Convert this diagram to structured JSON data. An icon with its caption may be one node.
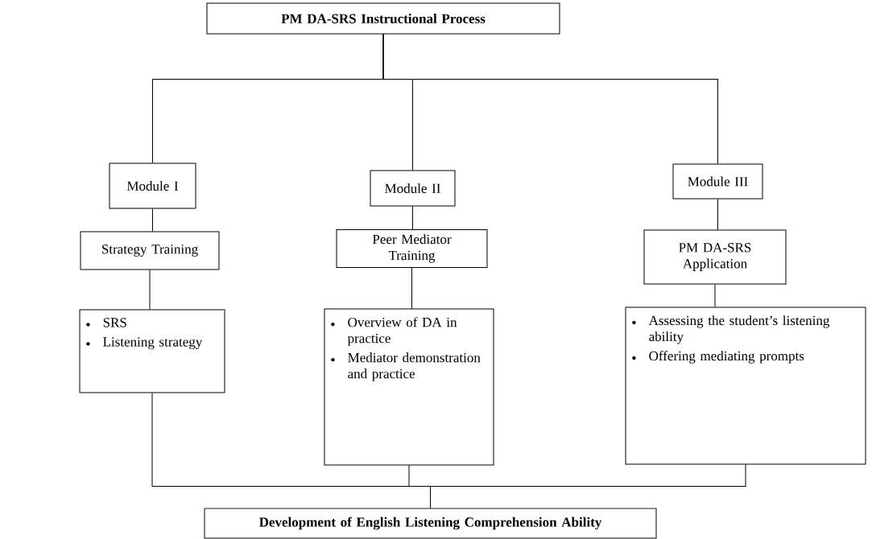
{
  "diagram": {
    "nodes": [
      {
        "text": [
          "PM DA-SRS Instructional Process"
        ]
      },
      {
        "text": [
          "Module I"
        ]
      },
      {
        "text": [
          "Module II"
        ]
      },
      {
        "text": [
          "Module III"
        ]
      },
      {
        "text": [
          "Strategy Training"
        ]
      },
      {
        "text": [
          "Peer Mediator Training"
        ]
      },
      {
        "text": [
          "PM DA-SRS Application"
        ]
      },
      {
        "text": [
          "SRS",
          "Listening strategy"
        ]
      },
      {
        "text": [
          "Overview of DA in practice",
          "Mediator demonstration and practice"
        ]
      },
      {
        "text": [
          "Assessing the student’s listening ability",
          "Offering mediating prompts"
        ]
      },
      {
        "text": [
          "Development of English Listening Comprehension Ability"
        ]
      }
    ],
    "edges": [
      {
        "from": 0,
        "to": 1,
        "arrow": "none"
      },
      {
        "from": 0,
        "to": 2,
        "arrow": "none"
      },
      {
        "from": 0,
        "to": 3,
        "arrow": "none"
      },
      {
        "from": 1,
        "to": 4,
        "arrow": "none"
      },
      {
        "from": 2,
        "to": 5,
        "arrow": "none"
      },
      {
        "from": 3,
        "to": 6,
        "arrow": "none"
      },
      {
        "from": 4,
        "to": 7,
        "arrow": "none"
      },
      {
        "from": 5,
        "to": 8,
        "arrow": "none"
      },
      {
        "from": 6,
        "to": 9,
        "arrow": "none"
      },
      {
        "from": 7,
        "to": 10,
        "arrow": "none"
      },
      {
        "from": 8,
        "to": 10,
        "arrow": "none"
      },
      {
        "from": 9,
        "to": 10,
        "arrow": "none"
      }
    ]
  }
}
